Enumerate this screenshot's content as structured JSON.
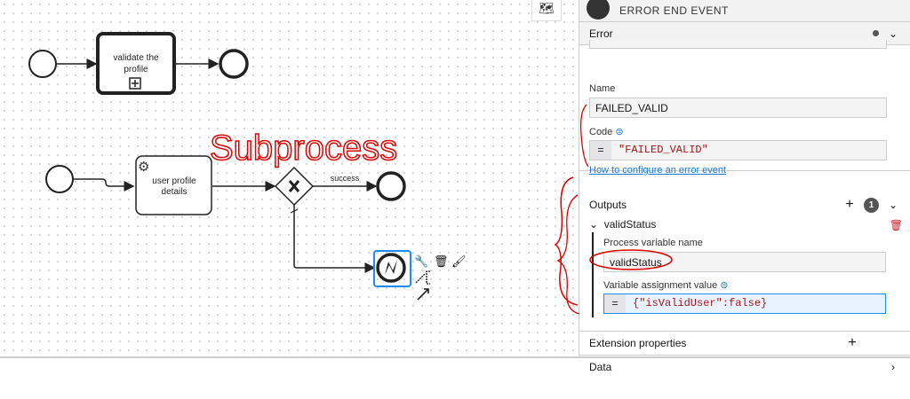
{
  "diagram": {
    "task1": "validate the profile",
    "task1_lines": [
      "validate the",
      "profile"
    ],
    "task2_lines": [
      "user profile",
      "details"
    ],
    "flow_label": "success",
    "annotation": "Subprocess"
  },
  "panel": {
    "header_title": "ERROR END EVENT",
    "error_group": {
      "title": "Error",
      "name_label": "Name",
      "name_value": "FAILED_VALID",
      "code_label": "Code",
      "code_value": "\"FAILED_VALID\"",
      "feel_prefix": "=",
      "help_link": "How to configure an error event"
    },
    "outputs_group": {
      "title": "Outputs",
      "count": "1",
      "item_title": "validStatus",
      "var_name_label": "Process variable name",
      "var_name_value": "validStatus",
      "assign_label": "Variable assignment value",
      "feel_prefix": "=",
      "assign_value": "{\"isValidUser\":false}"
    },
    "extension_group": {
      "title": "Extension properties"
    },
    "data_group": {
      "title": "Data"
    }
  },
  "colors": {
    "selection": "#1a8cff",
    "annotation": "#e00000",
    "link": "#1a7bd8",
    "delete": "#da1e28"
  }
}
